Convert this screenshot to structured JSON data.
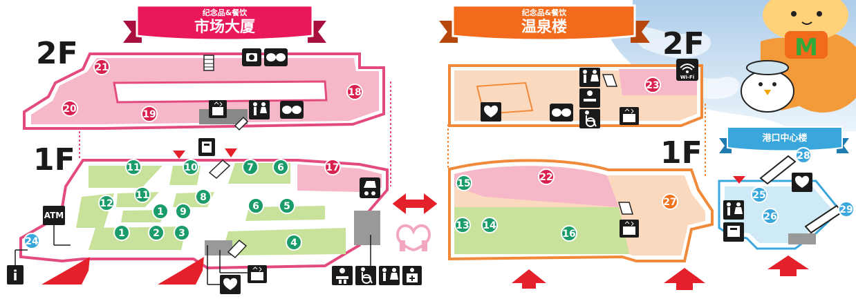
{
  "buildings": {
    "market": {
      "subtitle": "纪念品&餐饮",
      "title": "市场大厦"
    },
    "onsen": {
      "subtitle": "纪念品&餐饮",
      "title": "温泉楼"
    },
    "port": {
      "title": "港口中心楼"
    }
  },
  "floors": {
    "market_2f": "2F",
    "market_1f": "1F",
    "onsen_2f": "2F",
    "onsen_1f": "1F"
  },
  "mascot_letter": "M",
  "icons": {
    "atm": "ATM",
    "info": "i",
    "wifi": "Wi-Fi"
  },
  "shops": {
    "s1a": "1",
    "s1b": "1",
    "s2": "2",
    "s3": "3",
    "s4": "4",
    "s5": "5",
    "s6a": "6",
    "s6b": "6",
    "s7": "7",
    "s8": "8",
    "s9": "9",
    "s10": "10",
    "s11a": "11",
    "s11b": "11",
    "s12": "12",
    "s13": "13",
    "s14": "14",
    "s15": "15",
    "s16": "16",
    "s17": "17",
    "s18": "18",
    "s19": "19",
    "s20": "20",
    "s21": "21",
    "s22": "22",
    "s23": "23",
    "s24": "24",
    "s25": "25",
    "s26": "26",
    "s27": "27",
    "s28": "28",
    "s29": "29"
  },
  "colors": {
    "market_banner": "#e8185a",
    "onsen_banner": "#f26a1b",
    "port_banner": "#3aa7dc",
    "pink_floor": "#f6b8c8",
    "pink_outline": "#e34b7e",
    "green_floor": "#c8e29b",
    "green_badge": "#1a9c6a",
    "red_badge": "#d8214f",
    "orange_floor": "#fbd9bf",
    "orange_outline": "#f08a3a",
    "orange_badge": "#f0731e",
    "blue_floor": "#cfeaf7",
    "blue_badge": "#3aa7dc",
    "arrow_red": "#e4202b"
  }
}
